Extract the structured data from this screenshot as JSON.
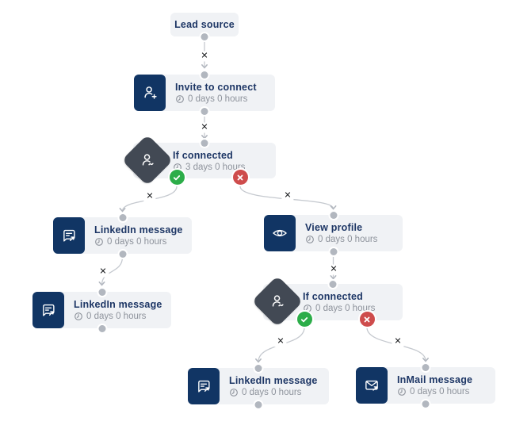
{
  "diagram": {
    "x_glyph": "✕",
    "colors": {
      "node_body": "#f0f2f5",
      "icon_tile": "#113564",
      "condition_tile": "#424954",
      "title_text": "#1d3665",
      "subtitle_text": "#8e939c",
      "edge_line": "#c5c9cf",
      "connector_dot": "#b2b7bf",
      "success_port": "#2cad49",
      "failure_port": "#ce4c4c",
      "x_marker": "#17191c"
    },
    "nodes": [
      {
        "id": "lead-source",
        "type": "source",
        "title": "Lead source"
      },
      {
        "id": "invite-to-connect",
        "type": "action",
        "icon": "user-plus-icon",
        "title": "Invite to connect",
        "delay": "0 days 0 hours"
      },
      {
        "id": "if-connected-1",
        "type": "condition",
        "icon": "user-check-icon",
        "title": "If connected",
        "delay": "3 days 0 hours"
      },
      {
        "id": "linkedin-message-1",
        "type": "action",
        "icon": "chat-forward-icon",
        "title": "LinkedIn message",
        "delay": "0 days 0 hours"
      },
      {
        "id": "linkedin-message-2",
        "type": "action",
        "icon": "chat-forward-icon",
        "title": "LinkedIn message",
        "delay": "0 days 0 hours"
      },
      {
        "id": "view-profile",
        "type": "action",
        "icon": "eye-icon",
        "title": "View profile",
        "delay": "0 days 0 hours"
      },
      {
        "id": "if-connected-2",
        "type": "condition",
        "icon": "user-check-icon",
        "title": "If connected",
        "delay": "0 days 0 hours"
      },
      {
        "id": "linkedin-message-3",
        "type": "action",
        "icon": "chat-forward-icon",
        "title": "LinkedIn message",
        "delay": "0 days 0 hours"
      },
      {
        "id": "inmail-message",
        "type": "action",
        "icon": "mail-forward-icon",
        "title": "InMail message",
        "delay": "0 days 0 hours"
      }
    ]
  }
}
